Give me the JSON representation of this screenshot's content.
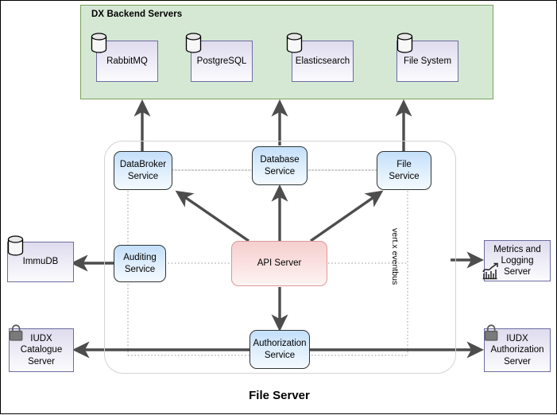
{
  "diagram": {
    "title": "File Server",
    "eventbus_label": "vert.x eventbus"
  },
  "backend_group": {
    "title": "DX Backend Servers",
    "fill_color": "#d5e8d4",
    "border_color": "#7ba05b",
    "nodes": [
      {
        "label": "RabbitMQ",
        "icon": "database-cylinder-icon"
      },
      {
        "label": "PostgreSQL",
        "icon": "database-cylinder-icon"
      },
      {
        "label": "Elasticsearch",
        "icon": "database-cylinder-icon"
      },
      {
        "label": "File System",
        "icon": "database-cylinder-icon"
      }
    ]
  },
  "services": {
    "databroker": {
      "line1": "DataBroker",
      "line2": "Service"
    },
    "database": {
      "line1": "Database",
      "line2": "Service"
    },
    "file": {
      "line1": "File",
      "line2": "Service"
    },
    "auditing": {
      "line1": "Auditing",
      "line2": "Service"
    },
    "authorization": {
      "line1": "Authorization",
      "line2": "Service"
    },
    "api_server": {
      "label": "API Server",
      "accent_color": "#d79b9b"
    }
  },
  "external_nodes": {
    "immudb": {
      "label": "ImmuDB",
      "icon": "database-cylinder-icon"
    },
    "metrics": {
      "line1": "Metrics and",
      "line2": "Logging",
      "line3": "Server",
      "icon": "bar-chart-icon"
    },
    "iudx_catalogue": {
      "line1": "IUDX",
      "line2": "Catalogue",
      "line3": "Server",
      "icon": "padlock-icon"
    },
    "iudx_authorization": {
      "line1": "IUDX",
      "line2": "Authorization",
      "line3": "Server",
      "icon": "padlock-icon"
    }
  },
  "colors": {
    "node_border": "#6c6ca0",
    "service_border": "#2f3436",
    "arrow": "#4d4d4d",
    "dotted": "#999999"
  }
}
